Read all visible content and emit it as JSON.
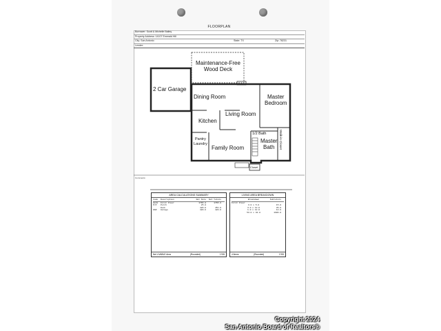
{
  "header": {
    "title": "FLOORPLAN",
    "borrower": "Borrower: Scott & Michelle Bailey",
    "address": "Property Address: 14107 Emerald Hill",
    "city": "City: San Antonio",
    "state": "State: TX",
    "zip": "Zip: 78231",
    "lender": "Lender:"
  },
  "rooms": {
    "deck": "Maintenance-Free",
    "deck2": "Wood Deck",
    "garage": "2 Car Garage",
    "dining": "Dining Room",
    "living": "Living Room",
    "master_bed": "Master",
    "master_bed2": "Bedroom",
    "kitchen": "Kitchen",
    "half_bath": "1/2 Bath",
    "walkin": "Walk-in Closet",
    "master_bath": "Master",
    "master_bath2": "Bath",
    "pantry": "Pantry",
    "laundry": "Laundry",
    "family": "Family Room",
    "closet": "Closet"
  },
  "plan_notes": {
    "comments": "Comments:"
  },
  "area_summary": {
    "title": "AREA CALCULATIONS SUMMARY",
    "columns": [
      "Code",
      "Description",
      "Net Size",
      "Net Totals"
    ],
    "rows": [
      [
        "GLA1",
        "First Floor",
        "1765.0",
        "1765.0"
      ],
      [
        "P/P",
        "Porch",
        "25.0",
        ""
      ],
      [
        "",
        "Deck",
        "426.0",
        "451.0"
      ],
      [
        "GAR",
        "Garage",
        "420.0",
        "420.0"
      ]
    ],
    "foot_left": "Net LIVABLE Area",
    "foot_mid": "(Rounded)",
    "foot_right": "1765"
  },
  "living_breakdown": {
    "title": "LIVING AREA BREAKDOWN",
    "columns": [
      "",
      "Breakdown",
      "Subtotals"
    ],
    "rows": [
      [
        "First Floor",
        "",
        ""
      ],
      [
        "",
        "3.0 x 5.0",
        "15.0"
      ],
      [
        "",
        "3.0 x 12.0",
        "36.0"
      ],
      [
        "",
        "1.0 x 12.0",
        "12.0"
      ],
      [
        "",
        "53.0 x 32.0",
        "1696.0"
      ]
    ],
    "foot_left": "4 Items",
    "foot_mid": "(Rounded)",
    "foot_right": "1765"
  },
  "watermark": {
    "line1": "Copyright 2024",
    "line2": "San Antonio Board of Realtors®"
  }
}
